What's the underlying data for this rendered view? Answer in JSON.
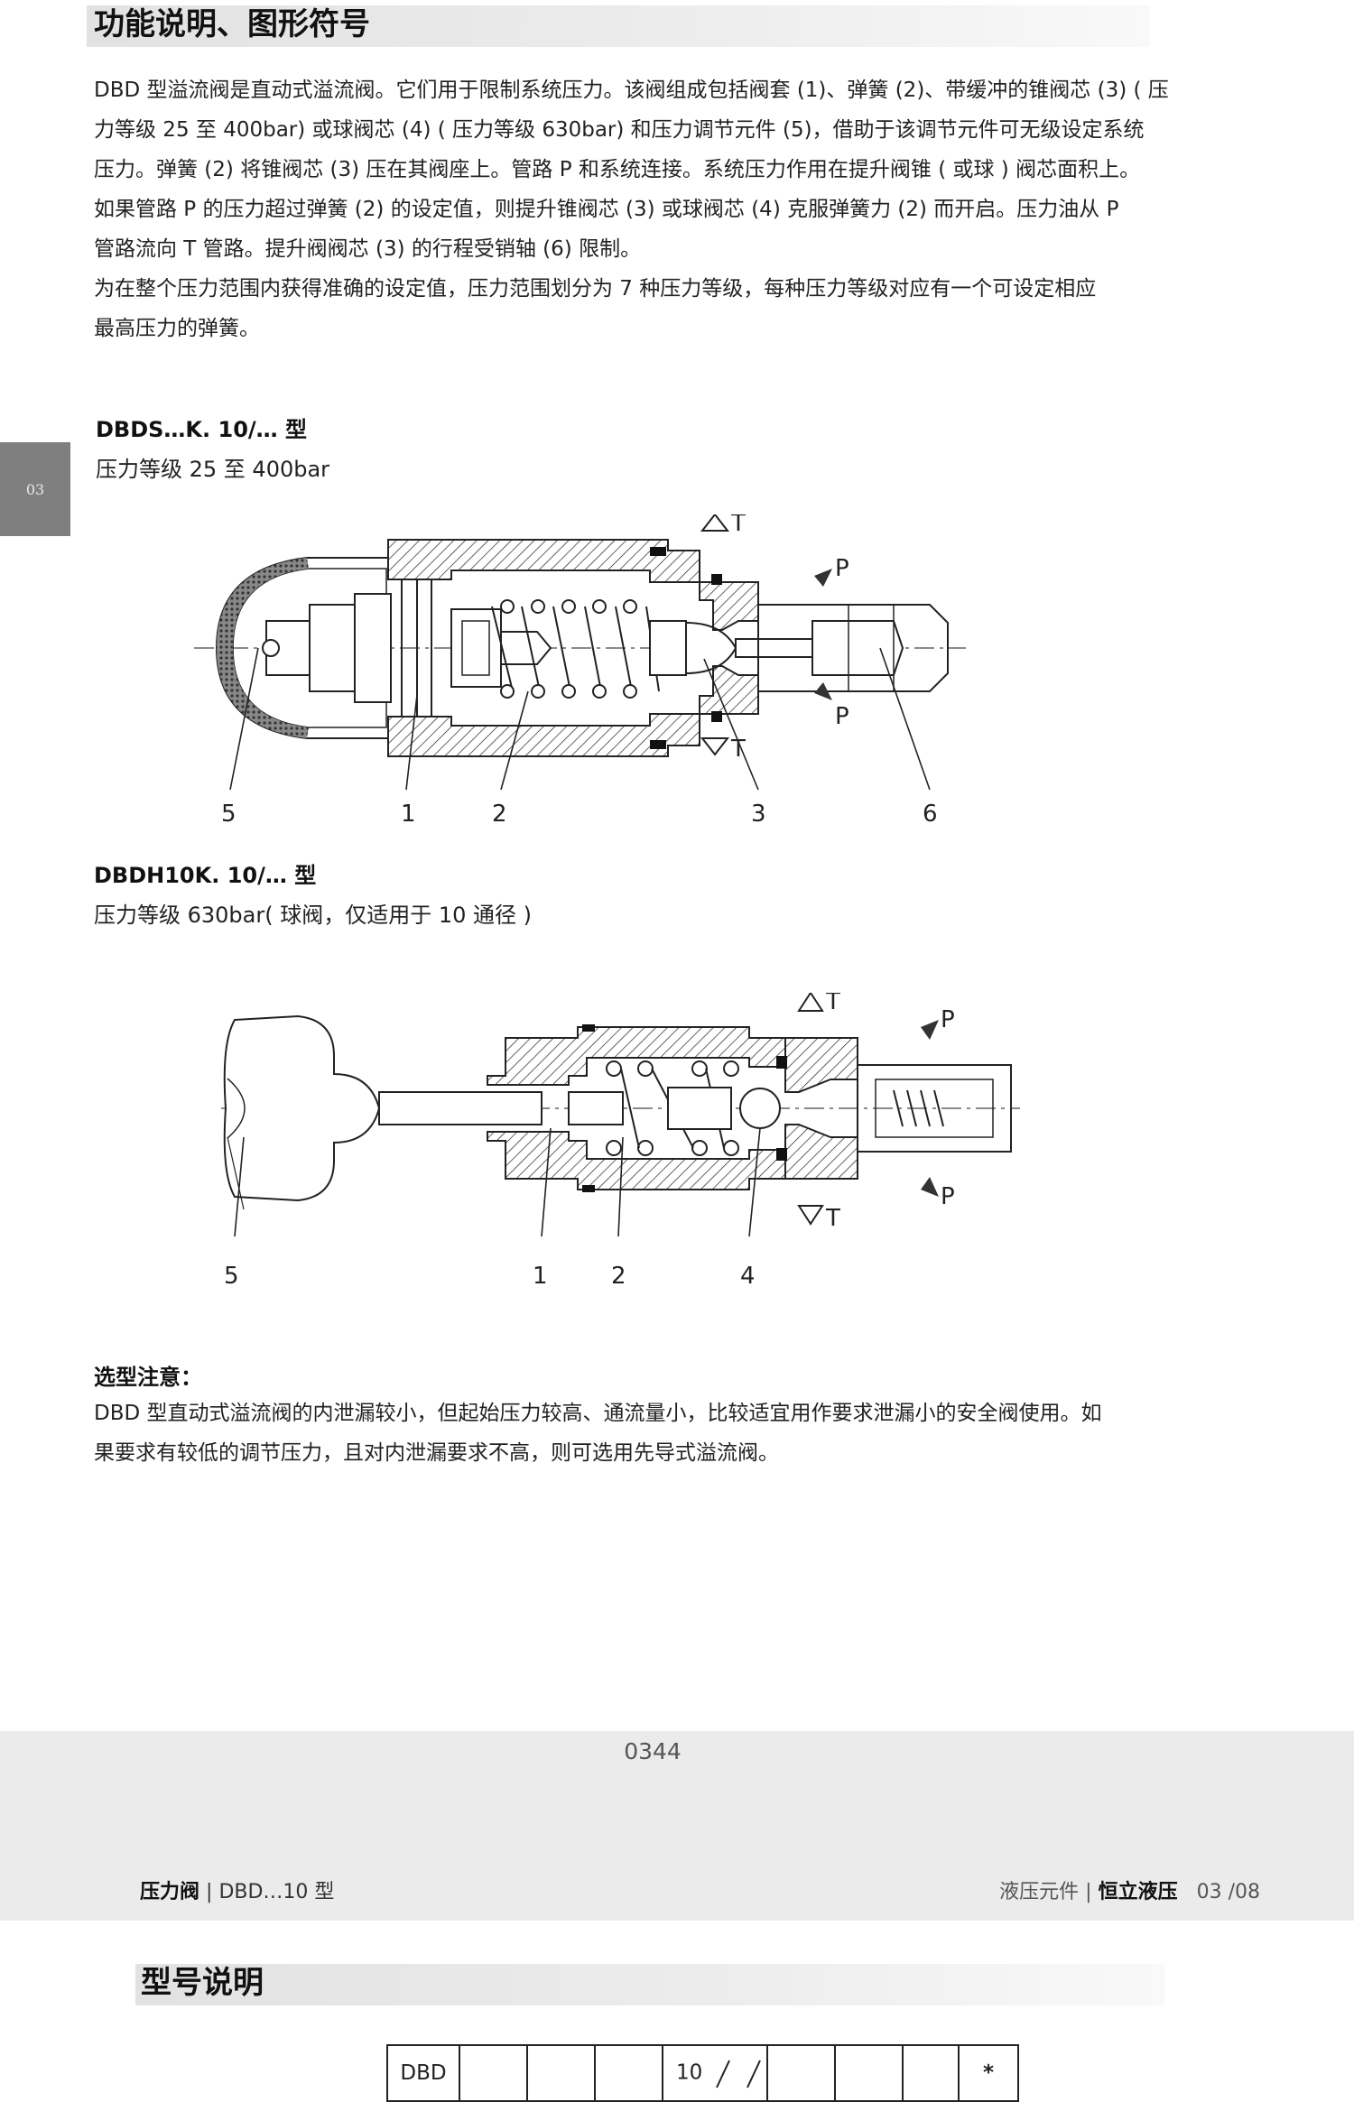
{
  "header": {
    "title": "功能说明、图形符号"
  },
  "intro": {
    "lines": [
      "DBD 型溢流阀是直动式溢流阀。它们用于限制系统压力。该阀组成包括阀套 (1)、弹簧 (2)、带缓冲的锥阀芯 (3) ( 压",
      "力等级 25 至 400bar) 或球阀芯 (4) ( 压力等级 630bar) 和压力调节元件 (5)，借助于该调节元件可无级设定系统",
      "压力。弹簧 (2) 将锥阀芯 (3) 压在其阀座上。管路 P 和系统连接。系统压力作用在提升阀锥 ( 或球 ) 阀芯面积上。",
      "如果管路 P 的压力超过弹簧 (2) 的设定值，则提升锥阀芯 (3) 或球阀芯 (4) 克服弹簧力 (2) 而开启。压力油从 P",
      "管路流向 T 管路。提升阀阀芯 (3) 的行程受销轴 (6) 限制。",
      "为在整个压力范围内获得准确的设定值，压力范围划分为 7 种压力等级，每种压力等级对应有一个可设定相应",
      "最高压力的弹簧。"
    ]
  },
  "side_tab": "03",
  "diagram1": {
    "model": "DBDS…K. 10/… 型",
    "pressure": "压力等级 25 至 400bar",
    "port_t_top": "T",
    "port_t_bottom": "T",
    "port_p_top": "P",
    "port_p_bottom": "P",
    "callouts": [
      "5",
      "1",
      "2",
      "3",
      "6"
    ]
  },
  "diagram2": {
    "model": "DBDH10K. 10/… 型",
    "pressure": "压力等级 630bar( 球阀，仅适用于 10 通径 )",
    "port_t_top": "T",
    "port_t_bottom": "T",
    "port_p_top": "P",
    "port_p_bottom": "P",
    "callouts": [
      "5",
      "1",
      "2",
      "4"
    ]
  },
  "selection": {
    "heading": "选型注意：",
    "lines": [
      "DBD 型直动式溢流阀的内泄漏较小，但起始压力较高、通流量小，比较适宜用作要求泄漏小的安全阀使用。如",
      "果要求有较低的调节压力，且对内泄漏要求不高，则可选用先导式溢流阀。"
    ]
  },
  "footer": {
    "page_number": "0344",
    "left_bold": "压力阀",
    "left_sep": "|",
    "left_text": "DBD…10 型",
    "right_text": "液压元件",
    "right_sep": "|",
    "right_bold": "恒立液压",
    "right_page": "03 /08"
  },
  "section2": {
    "title": "型号说明",
    "code_cells": [
      "DBD",
      "",
      "",
      "",
      "10",
      "",
      "",
      "",
      "*"
    ]
  }
}
